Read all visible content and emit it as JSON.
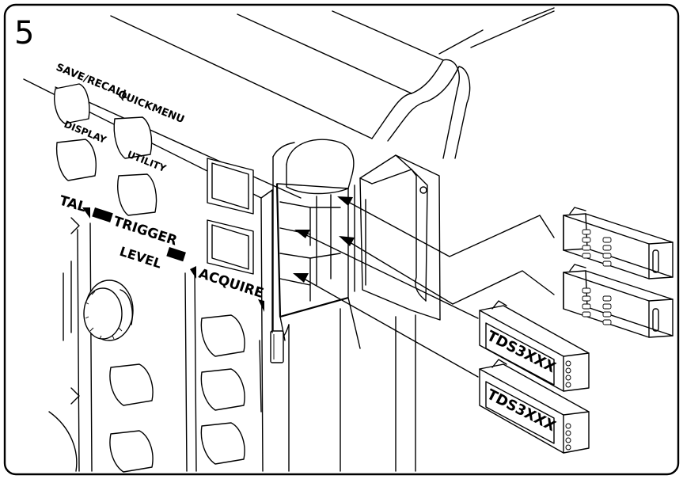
{
  "step_number": "5",
  "panel_labels": {
    "save_recall": "SAVE/RECALL",
    "quickmenu": "QUICKMENU",
    "display": "DISPLAY",
    "utility": "UTILITY",
    "tal": "TAL",
    "trigger": "TRIGGER",
    "level": "LEVEL",
    "acquire": "ACQUIRE"
  },
  "modules": [
    {
      "label": "TDS3XXX"
    },
    {
      "label": "TDS3XXX"
    }
  ]
}
